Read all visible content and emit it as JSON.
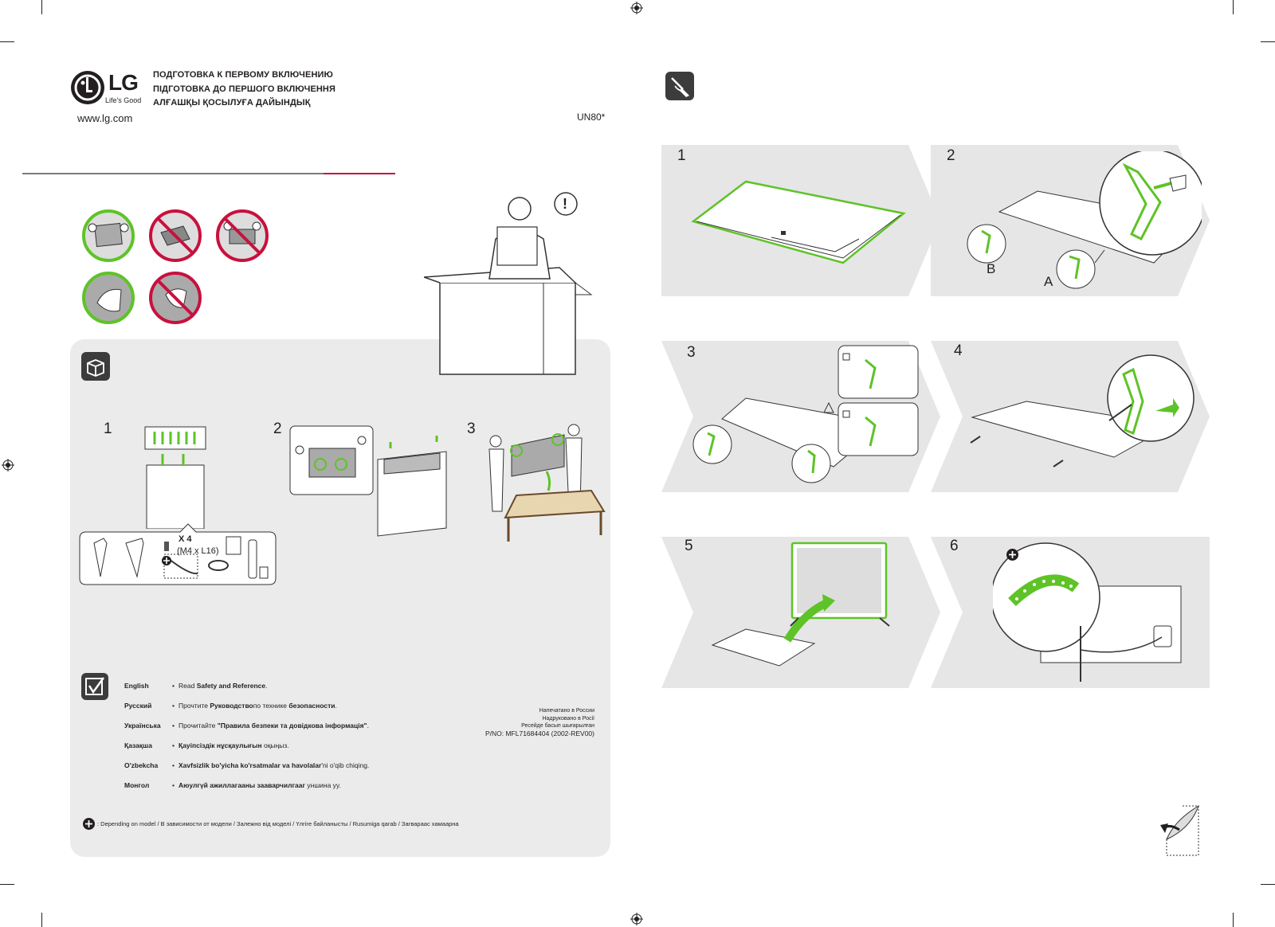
{
  "header": {
    "brand_name": "LG",
    "brand_tagline": "Life's Good",
    "title_ru": "ПОДГОТОВКА К ПЕРВОМУ ВКЛЮЧЕНИЮ",
    "title_uk": "ПІДГОТОВКА ДО ПЕРШОГО ВКЛЮЧЕННЯ",
    "title_kk": "АЛҒАШҚЫ ҚОСЫЛУҒА ДАЙЫНДЫҚ",
    "website": "www.lg.com",
    "model": "UN80*"
  },
  "unpacking": {
    "steps": [
      {
        "number": "1"
      },
      {
        "number": "2"
      },
      {
        "number": "3"
      }
    ],
    "screws_count": "X 4",
    "screws_spec": "(M4 x L16)"
  },
  "safety": {
    "languages": [
      {
        "name": "English",
        "bullet": "•",
        "pre": "Read ",
        "bold": "Safety and Reference",
        "post": "."
      },
      {
        "name": "Русский",
        "bullet": "•",
        "pre": "Прочтите ",
        "bold": "Руководство",
        "mid": "по технике ",
        "bold2": "безопасности",
        "post": "."
      },
      {
        "name": "Українська",
        "bullet": "•",
        "pre": "Прочитайте ",
        "bold": "\"Правила безпеки та довідкова інформація\"",
        "post": "."
      },
      {
        "name": "Қазақша",
        "bullet": "•",
        "pre": "",
        "bold": "Қауіпсіздік нұсқаулығын",
        "post": " оқыңыз."
      },
      {
        "name": "O'zbekcha",
        "bullet": "•",
        "pre": "",
        "bold": "Xavfsizlik bo'yicha ko'rsatmalar va havolalar",
        "post": "'ni  o'qib chiqing."
      },
      {
        "name": "Монгол",
        "bullet": "•",
        "pre": "",
        "bold": "Аюулгүй ажиллагааны зааварчилгааг",
        "post": " уншина уу."
      }
    ],
    "printed_ru": "Напечатано в России",
    "printed_uk": "Надруковано в Росії",
    "printed_kk": "Ресейде басып шығарылған",
    "part_number": "P/NO: MFL71684404 (2002-REV00)",
    "model_note": ": Depending on model / В зависимости от модели / Залежно від моделі / Үлгіге байланысты / Rusumiga qarab / Загвараас хамаарна"
  },
  "assembly": {
    "steps": [
      {
        "number": "1"
      },
      {
        "number": "2",
        "label_b": "B",
        "label_a": "A"
      },
      {
        "number": "3"
      },
      {
        "number": "4"
      },
      {
        "number": "5"
      },
      {
        "number": "6"
      }
    ]
  },
  "colors": {
    "accent_green": "#5ec327",
    "warning_red": "#c8103e",
    "brand_red": "#a50034",
    "panel_grey": "#ebebeb",
    "step_grey": "#e6e6e6"
  }
}
